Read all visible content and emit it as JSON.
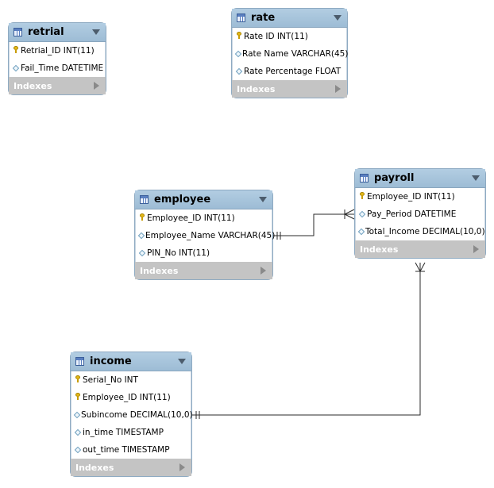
{
  "tables": {
    "retrial": {
      "title": "retrial",
      "columns": [
        {
          "icon": "key-icon",
          "text": "Retrial_ID INT(11)"
        },
        {
          "icon": "diamond-icon",
          "text": "Fail_Time DATETIME"
        }
      ],
      "footer": "Indexes"
    },
    "rate": {
      "title": "rate",
      "columns": [
        {
          "icon": "key-icon",
          "text": "Rate ID INT(11)"
        },
        {
          "icon": "diamond-icon",
          "text": "Rate Name VARCHAR(45)"
        },
        {
          "icon": "diamond-icon",
          "text": "Rate Percentage FLOAT"
        }
      ],
      "footer": "Indexes"
    },
    "employee": {
      "title": "employee",
      "columns": [
        {
          "icon": "key-icon",
          "text": "Employee_ID INT(11)"
        },
        {
          "icon": "diamond-icon",
          "text": "Employee_Name VARCHAR(45)"
        },
        {
          "icon": "diamond-icon",
          "text": "PIN_No INT(11)"
        }
      ],
      "footer": "Indexes"
    },
    "payroll": {
      "title": "payroll",
      "columns": [
        {
          "icon": "key-icon",
          "text": "Employee_ID INT(11)"
        },
        {
          "icon": "diamond-icon",
          "text": "Pay_Period DATETIME"
        },
        {
          "icon": "diamond-icon",
          "text": "Total_Income DECIMAL(10,0)"
        }
      ],
      "footer": "Indexes"
    },
    "income": {
      "title": "income",
      "columns": [
        {
          "icon": "key-icon",
          "text": "Serial_No INT"
        },
        {
          "icon": "key-icon",
          "text": "Employee_ID INT(11)"
        },
        {
          "icon": "diamond-icon",
          "text": "Subincome DECIMAL(10,0)"
        },
        {
          "icon": "diamond-icon",
          "text": "in_time TIMESTAMP"
        },
        {
          "icon": "diamond-icon",
          "text": "out_time TIMESTAMP"
        }
      ],
      "footer": "Indexes"
    }
  },
  "relationships": [
    {
      "from": "employee",
      "to": "payroll",
      "from_end": "one",
      "to_end": "many"
    },
    {
      "from": "income",
      "to": "payroll",
      "from_end": "one",
      "to_end": "many"
    }
  ]
}
